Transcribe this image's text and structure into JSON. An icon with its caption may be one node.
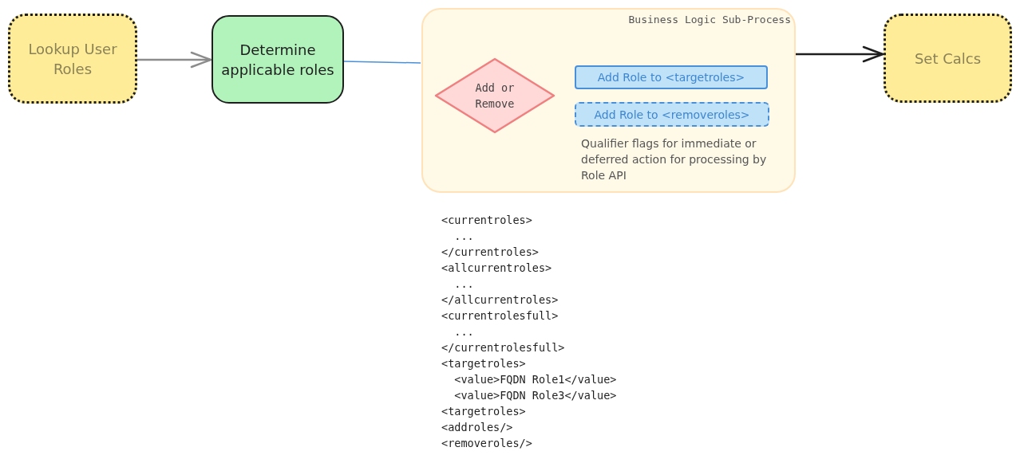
{
  "diagram": {
    "nodes": [
      {
        "text": [
          "Lookup User Roles"
        ]
      },
      {
        "text": [
          "Determine applicable roles"
        ]
      },
      {
        "text": [
          "Business Logic Sub-Process"
        ]
      },
      {
        "text": [
          "Add or Remove"
        ],
        "in": 2
      },
      {
        "text": [
          "Add Role to <targetroles>"
        ],
        "in": 2
      },
      {
        "text": [
          "Add Role to <removeroles>"
        ],
        "in": 2
      },
      {
        "text": [
          "Set Calcs"
        ]
      }
    ],
    "edges": [
      {
        "from": 0,
        "to": 1,
        "arrow": "to",
        "color": "#8c8c8c"
      },
      {
        "from": 1,
        "to": 2,
        "arrow": "none",
        "color": "#4a90d9"
      },
      {
        "from": 2,
        "to": 6,
        "arrow": "to",
        "color": "#1e1e1e"
      }
    ],
    "labels": [
      "Qualifier flags for immediate or deferred action for processing by Role API",
      "<currentroles>",
      "  ...",
      "</currentroles>",
      "<allcurrentroles>",
      "  ...",
      "</allcurrentroles>",
      "<currentrolesfull>",
      "  ...",
      "</currentrolesfull>",
      "<targetroles>",
      "  <value>FQDN Role1</value>",
      "  <value>FQDN Role3</value>",
      "<targetroles>",
      "<addroles/>",
      "<removeroles/>"
    ]
  }
}
